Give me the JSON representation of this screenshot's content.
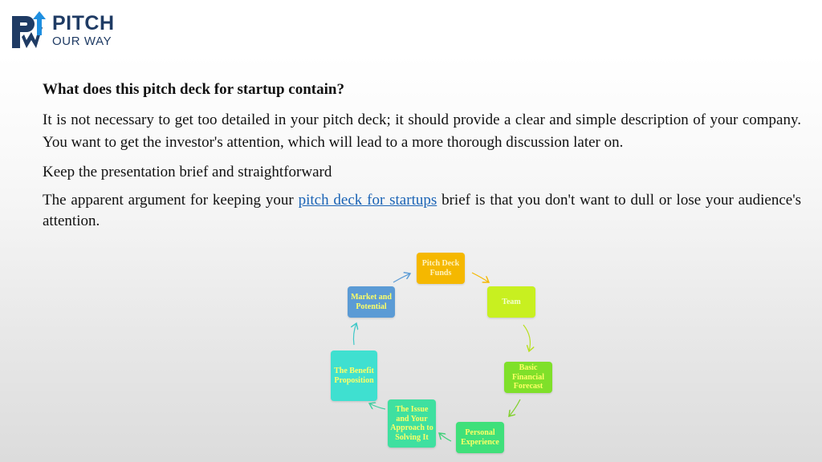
{
  "logo": {
    "line1": "PITCH",
    "line2": "OUR WAY"
  },
  "content": {
    "heading": "What does this pitch deck for startup contain?",
    "para1": "It is not necessary to get too detailed in your pitch deck; it should provide a clear and simple description of your company. You want to get the investor's attention, which will lead to a more thorough discussion later on.",
    "para2": "Keep the presentation brief and straightforward",
    "para3_before": "The apparent argument for keeping your ",
    "para3_link": "pitch deck for startups",
    "para3_after": " brief is that you don't want to dull or lose your audience's attention."
  },
  "diagram": {
    "nodes": [
      {
        "id": "funds",
        "label": "Pitch Deck Funds",
        "fill": "#f5b800",
        "text_color": "#fff3c0"
      },
      {
        "id": "team",
        "label": "Team",
        "fill": "#c8f020",
        "text_color": "#f4ffd0"
      },
      {
        "id": "forecast",
        "label": "Basic Financial Forecast",
        "fill": "#7fe02a",
        "text_color": "#ffff66"
      },
      {
        "id": "experience",
        "label": "Personal Experience",
        "fill": "#3fe07a",
        "text_color": "#ffff66"
      },
      {
        "id": "issue",
        "label": "The Issue and Your Approach to Solving It",
        "fill": "#3fe0a0",
        "text_color": "#ffff66"
      },
      {
        "id": "benefit",
        "label": "The Benefit Proposition",
        "fill": "#3fe0d0",
        "text_color": "#ffff66"
      },
      {
        "id": "market",
        "label": "Market and Potential",
        "fill": "#5b9bd5",
        "text_color": "#ffff66"
      }
    ]
  }
}
